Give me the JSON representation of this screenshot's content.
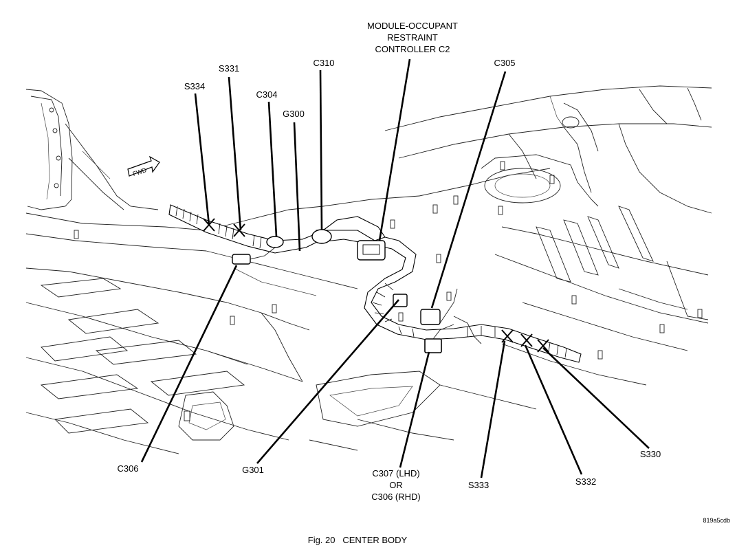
{
  "figure": {
    "caption": "Fig. 20   CENTER BODY",
    "code": "819a5cdb",
    "fwd_label": "FWD"
  },
  "labels": {
    "module_occupant": [
      "MODULE-OCCUPANT",
      "RESTRAINT",
      "CONTROLLER C2"
    ],
    "c310": "C310",
    "c305": "C305",
    "s331": "S331",
    "s334": "S334",
    "c304": "C304",
    "g300": "G300",
    "c306_left": "C306",
    "g301": "G301",
    "c307": [
      "C307 (LHD)",
      "OR",
      "C306 (RHD)"
    ],
    "s333": "S333",
    "s332": "S332",
    "s330": "S330"
  }
}
